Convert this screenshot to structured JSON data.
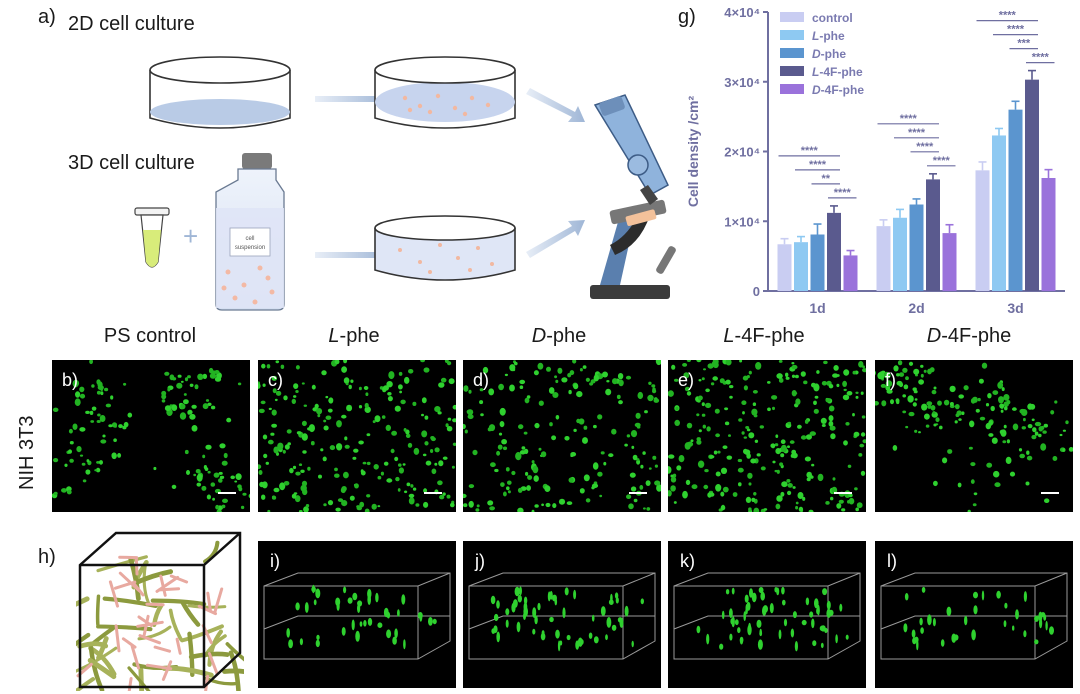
{
  "panel_a": {
    "label": "a)",
    "title_2d": "2D cell culture",
    "title_3d": "3D cell culture",
    "flask_text_1": "cell",
    "flask_text_2": "suspension"
  },
  "column_titles": [
    {
      "prefix": "",
      "italic": "",
      "suffix": "PS control"
    },
    {
      "prefix": "",
      "italic": "L",
      "suffix": "-phe"
    },
    {
      "prefix": "",
      "italic": "D",
      "suffix": "-phe"
    },
    {
      "prefix": "",
      "italic": "L",
      "suffix": "-4F-phe"
    },
    {
      "prefix": "",
      "italic": "D",
      "suffix": "-4F-phe"
    }
  ],
  "row_label": "NIH 3T3",
  "micro_tags": [
    "b)",
    "c)",
    "d)",
    "e)",
    "f)"
  ],
  "panel_h_label": "h)",
  "box_tags": [
    "i)",
    "j)",
    "k)",
    "l)"
  ],
  "chart_data": {
    "type": "bar",
    "panel_label": "g)",
    "ylabel": "Cell density /cm²",
    "ylim": [
      0,
      40000
    ],
    "yticks": [
      {
        "value": 0,
        "text": "0"
      },
      {
        "value": 10000,
        "text": "1×10⁴"
      },
      {
        "value": 20000,
        "text": "2×10⁴"
      },
      {
        "value": 30000,
        "text": "3×10⁴"
      },
      {
        "value": 40000,
        "text": "4×10⁴"
      }
    ],
    "categories": [
      "1d",
      "2d",
      "3d"
    ],
    "series": [
      {
        "name": "control",
        "italic": "",
        "rest": "control",
        "color": "#c9cdf2",
        "values": [
          6700,
          9300,
          17300
        ],
        "errors": [
          800,
          900,
          1200
        ]
      },
      {
        "name": "L-phe",
        "italic": "L",
        "rest": "-phe",
        "color": "#8ec9f2",
        "values": [
          7000,
          10500,
          22300
        ],
        "errors": [
          800,
          1200,
          1000
        ]
      },
      {
        "name": "D-phe",
        "italic": "D",
        "rest": "-phe",
        "color": "#5b95cf",
        "values": [
          8100,
          12400,
          26000
        ],
        "errors": [
          1500,
          800,
          1200
        ]
      },
      {
        "name": "L-4F-phe",
        "italic": "L",
        "rest": "-4F-phe",
        "color": "#5a5a8e",
        "values": [
          11200,
          16000,
          30300
        ],
        "errors": [
          1000,
          800,
          1300
        ]
      },
      {
        "name": "D-4F-phe",
        "italic": "D",
        "rest": "-4F-phe",
        "color": "#9a72db",
        "values": [
          5100,
          8300,
          16200
        ],
        "errors": [
          700,
          1200,
          1200
        ]
      }
    ],
    "significance": [
      {
        "group": 0,
        "from": 0,
        "to": 3,
        "text": "****"
      },
      {
        "group": 0,
        "from": 1,
        "to": 3,
        "text": "****"
      },
      {
        "group": 0,
        "from": 2,
        "to": 3,
        "text": "**"
      },
      {
        "group": 0,
        "from": 3,
        "to": 4,
        "text": "****"
      },
      {
        "group": 1,
        "from": 0,
        "to": 3,
        "text": "****"
      },
      {
        "group": 1,
        "from": 1,
        "to": 3,
        "text": "****"
      },
      {
        "group": 1,
        "from": 2,
        "to": 3,
        "text": "****"
      },
      {
        "group": 1,
        "from": 3,
        "to": 4,
        "text": "****"
      },
      {
        "group": 2,
        "from": 0,
        "to": 3,
        "text": "****"
      },
      {
        "group": 2,
        "from": 1,
        "to": 3,
        "text": "****"
      },
      {
        "group": 2,
        "from": 2,
        "to": 3,
        "text": "***"
      },
      {
        "group": 2,
        "from": 3,
        "to": 4,
        "text": "****"
      }
    ]
  }
}
